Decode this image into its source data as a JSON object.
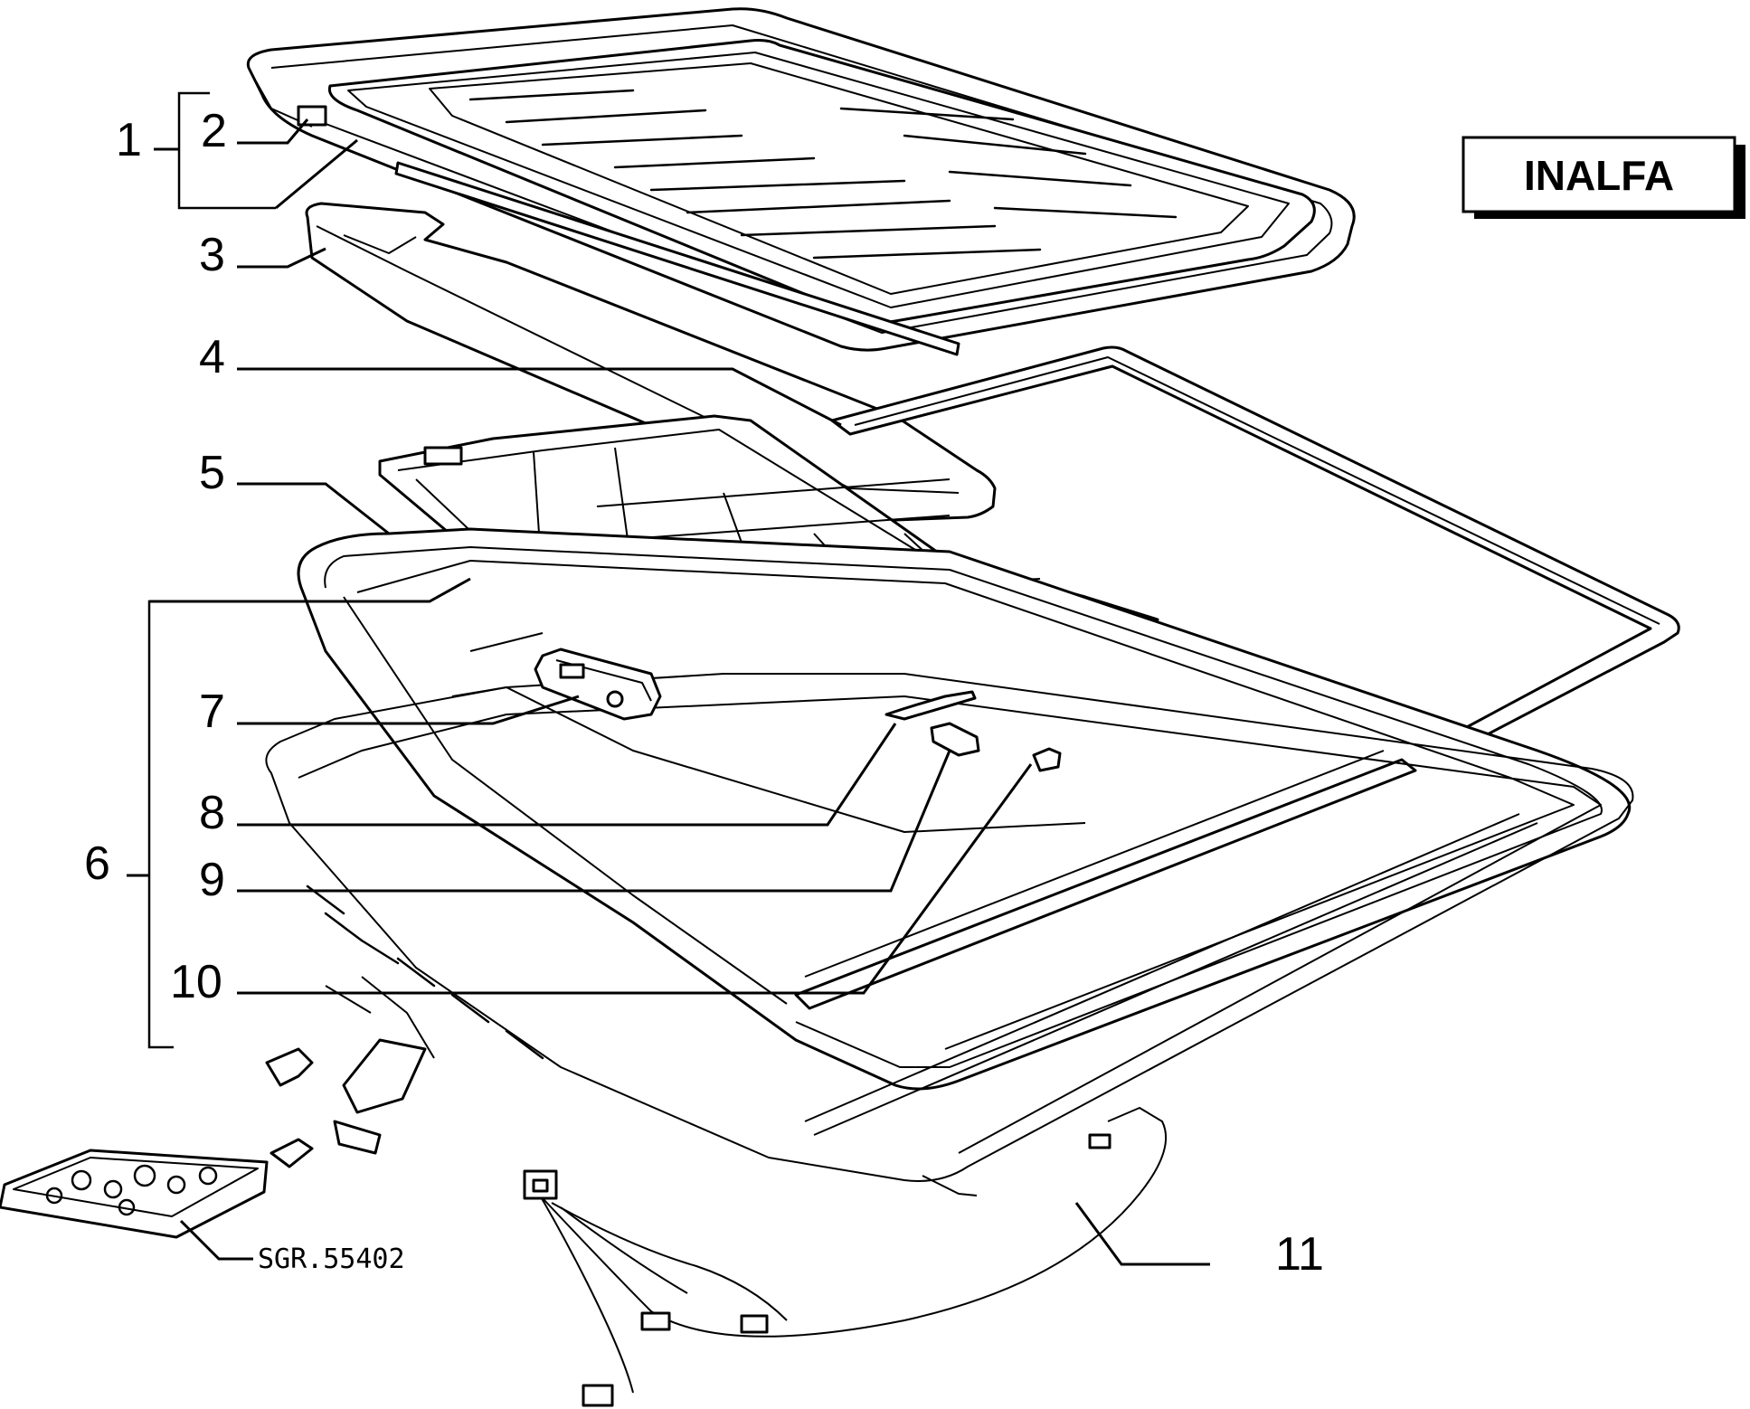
{
  "brand": {
    "label": "INALFA"
  },
  "callouts": {
    "c1": "1",
    "c2": "2",
    "c3": "3",
    "c4": "4",
    "c5": "5",
    "c6": "6",
    "c7": "7",
    "c8": "8",
    "c9": "9",
    "c10": "10",
    "c11": "11"
  },
  "reference": {
    "label": "SGR.55402"
  }
}
